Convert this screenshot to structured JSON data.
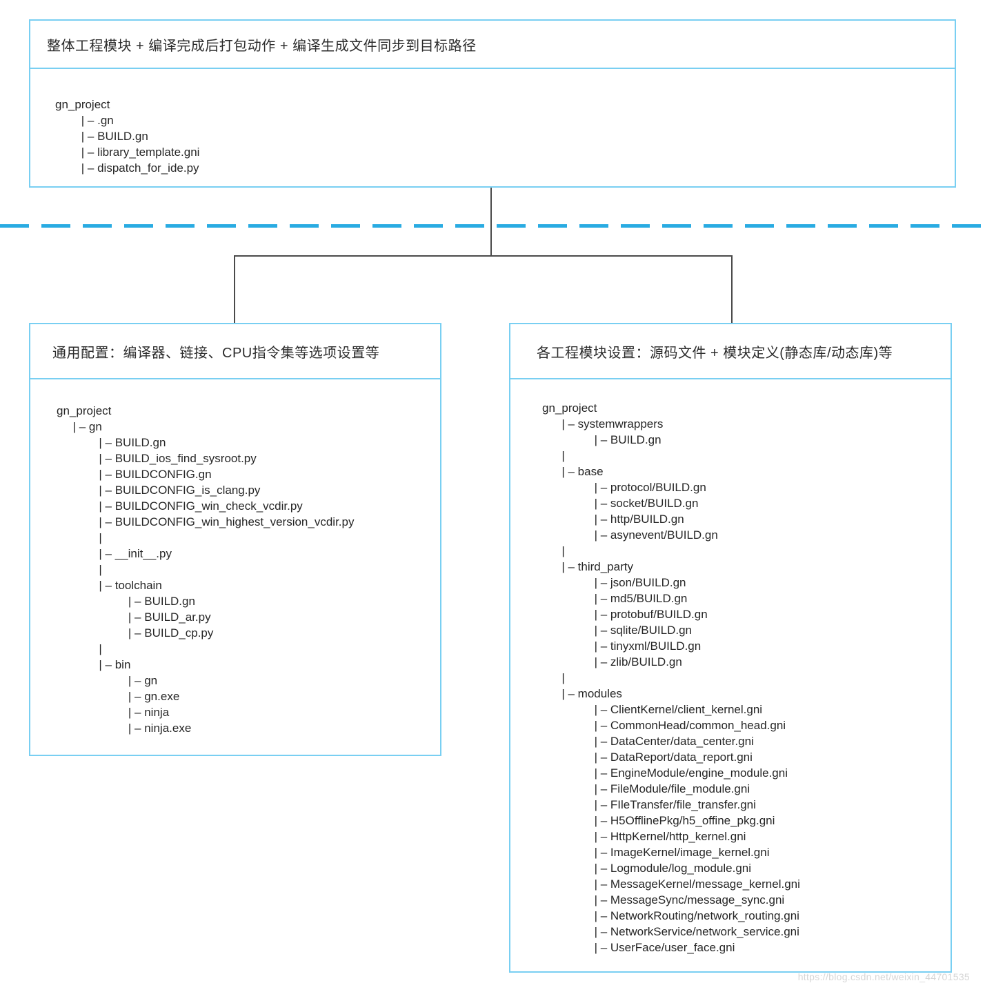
{
  "top_box": {
    "title": "整体工程模块 + 编译完成后打包动作 + 编译生成文件同步到目标路径",
    "tree": [
      "gn_project",
      "        | – .gn",
      "        | – BUILD.gn",
      "        | – library_template.gni",
      "        | – dispatch_for_ide.py"
    ]
  },
  "left_box": {
    "title": "通用配置：编译器、链接、CPU指令集等选项设置等",
    "tree": [
      "gn_project",
      "     | – gn",
      "             | – BUILD.gn",
      "             | – BUILD_ios_find_sysroot.py",
      "             | – BUILDCONFIG.gn",
      "             | – BUILDCONFIG_is_clang.py",
      "             | – BUILDCONFIG_win_check_vcdir.py",
      "             | – BUILDCONFIG_win_highest_version_vcdir.py",
      "             |",
      "             | – __init__.py",
      "             |",
      "             | – toolchain",
      "                      | – BUILD.gn",
      "                      | – BUILD_ar.py",
      "                      | – BUILD_cp.py",
      "             |",
      "             | – bin",
      "                      | – gn",
      "                      | – gn.exe",
      "                      | – ninja",
      "                      | – ninja.exe"
    ]
  },
  "right_box": {
    "title": "各工程模块设置：源码文件 + 模块定义(静态库/动态库)等",
    "tree": [
      "gn_project",
      "      | – systemwrappers",
      "                | – BUILD.gn",
      "      |",
      "      | – base",
      "                | – protocol/BUILD.gn",
      "                | – socket/BUILD.gn",
      "                | – http/BUILD.gn",
      "                | – asynevent/BUILD.gn",
      "      |",
      "      | – third_party",
      "                | – json/BUILD.gn",
      "                | – md5/BUILD.gn",
      "                | – protobuf/BUILD.gn",
      "                | – sqlite/BUILD.gn",
      "                | – tinyxml/BUILD.gn",
      "                | – zlib/BUILD.gn",
      "      |",
      "      | – modules",
      "                | – ClientKernel/client_kernel.gni",
      "                | – CommonHead/common_head.gni",
      "                | – DataCenter/data_center.gni",
      "                | – DataReport/data_report.gni",
      "                | – EngineModule/engine_module.gni",
      "                | – FileModule/file_module.gni",
      "                | – FIleTransfer/file_transfer.gni",
      "                | – H5OfflinePkg/h5_offine_pkg.gni",
      "                | – HttpKernel/http_kernel.gni",
      "                | – ImageKernel/image_kernel.gni",
      "                | – Logmodule/log_module.gni",
      "                | – MessageKernel/message_kernel.gni",
      "                | – MessageSync/message_sync.gni",
      "                | – NetworkRouting/network_routing.gni",
      "                | – NetworkService/network_service.gni",
      "                | – UserFace/user_face.gni"
    ]
  },
  "watermark": "https://blog.csdn.net/weixin_44701535",
  "colors": {
    "box_border": "#79cff2",
    "dashed_divider": "#29abe2",
    "connector": "#4a4a4a",
    "text": "#262626",
    "watermark": "#d6d6d6"
  }
}
